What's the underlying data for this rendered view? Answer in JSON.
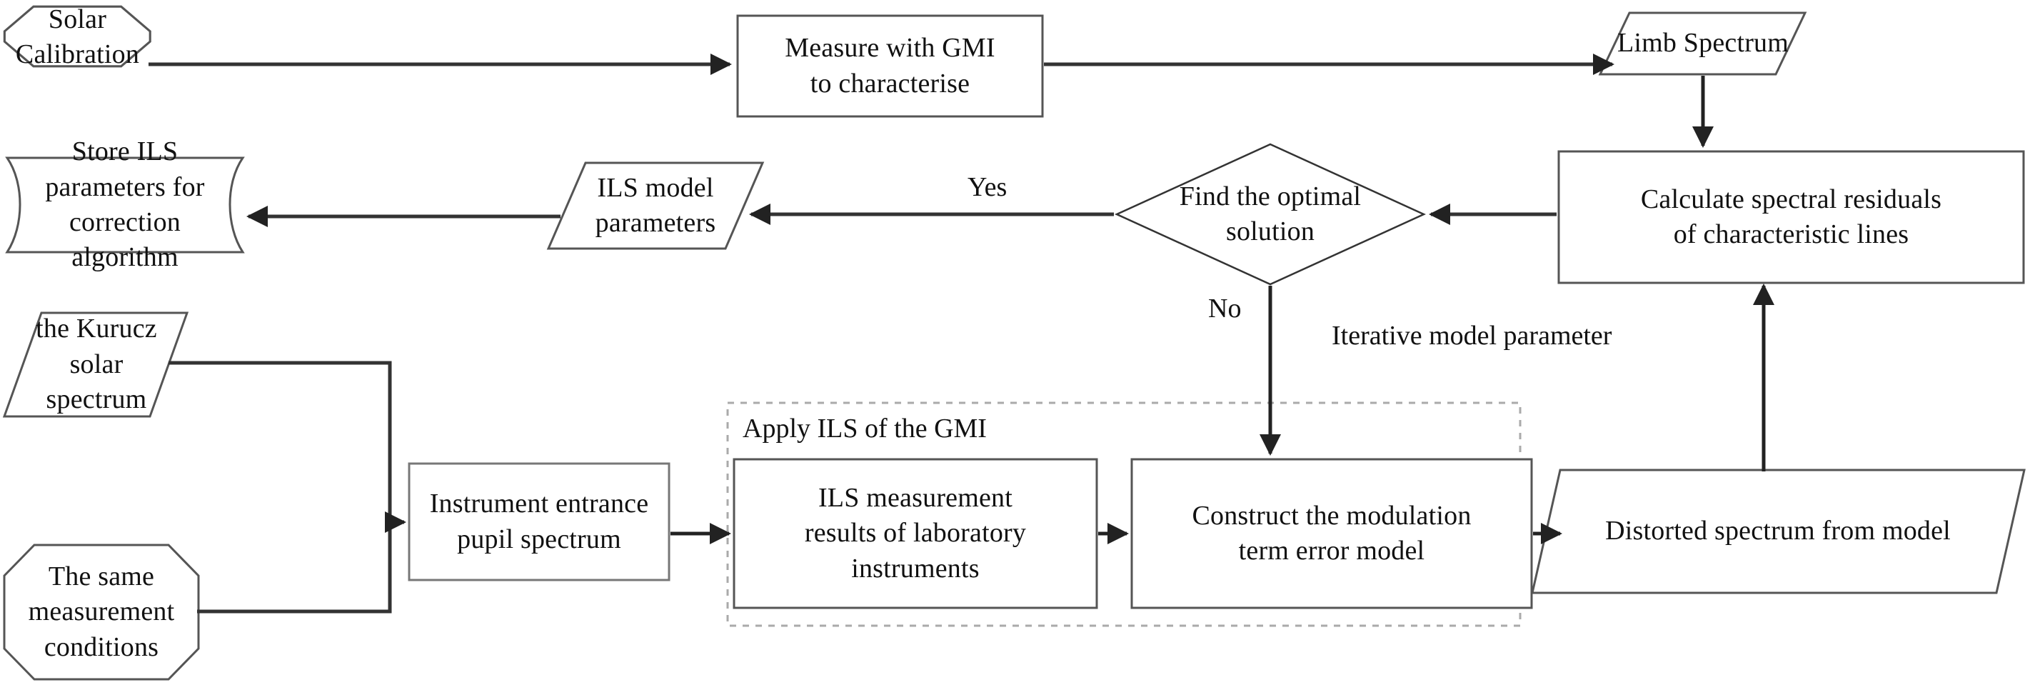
{
  "diagram": {
    "title": "ILS characterisation and correction flowchart",
    "stroke_color": "#555555",
    "stroke_color_dark": "#222222",
    "arrow_color": "#333333",
    "dashed_color": "#aaaaaa",
    "text_color": "#111111",
    "background": "#ffffff"
  },
  "nodes": [
    {
      "id": "solar-calibration",
      "shape": "octagon",
      "label": "Solar\nCalibration"
    },
    {
      "id": "measure-with-gmi",
      "shape": "rectangle",
      "label": "Measure with GMI\nto characterise"
    },
    {
      "id": "limb-spectrum",
      "shape": "parallelogram",
      "label": "Limb Spectrum"
    },
    {
      "id": "store-ils-parameters",
      "shape": "tape",
      "label": "Store ILS parameters for\ncorrection algorithm"
    },
    {
      "id": "ils-model-parameters",
      "shape": "parallelogram",
      "label": "ILS model\nparameters"
    },
    {
      "id": "find-optimal-solution",
      "shape": "diamond",
      "label": "Find the optimal\nsolution"
    },
    {
      "id": "calculate-spectral-residuals",
      "shape": "rectangle",
      "label": "Calculate spectral residuals\nof characteristic lines"
    },
    {
      "id": "kurucz-solar-spectrum",
      "shape": "parallelogram",
      "label": "the Kurucz solar\nspectrum"
    },
    {
      "id": "same-measurement-conditions",
      "shape": "octagon",
      "label": "The same measurement\nconditions"
    },
    {
      "id": "instrument-entrance-pupil-spectrum",
      "shape": "rectangle",
      "label": "Instrument entrance\npupil spectrum"
    },
    {
      "id": "ils-measurement-results",
      "shape": "rectangle",
      "label": "ILS measurement\nresults of laboratory\ninstruments"
    },
    {
      "id": "construct-modulation-term-error-model",
      "shape": "rectangle",
      "label": "Construct the modulation\nterm error model"
    },
    {
      "id": "distorted-spectrum-from-model",
      "shape": "parallelogram",
      "label": "Distorted spectrum from model"
    }
  ],
  "group": {
    "id": "apply-ils-of-the-gmi",
    "label": "Apply ILS of the GMI",
    "style": "dashed"
  },
  "edge_labels": [
    {
      "id": "yes-label",
      "label": "Yes"
    },
    {
      "id": "no-label",
      "label": "No"
    },
    {
      "id": "iterative-model-parameter-label",
      "label": "Iterative model parameter"
    }
  ],
  "edges": [
    {
      "from": "solar-calibration",
      "to": "measure-with-gmi",
      "label": ""
    },
    {
      "from": "measure-with-gmi",
      "to": "limb-spectrum",
      "label": ""
    },
    {
      "from": "limb-spectrum",
      "to": "calculate-spectral-residuals",
      "label": ""
    },
    {
      "from": "calculate-spectral-residuals",
      "to": "find-optimal-solution",
      "label": ""
    },
    {
      "from": "find-optimal-solution",
      "to": "ils-model-parameters",
      "label": "Yes"
    },
    {
      "from": "ils-model-parameters",
      "to": "store-ils-parameters",
      "label": ""
    },
    {
      "from": "find-optimal-solution",
      "to": "construct-modulation-term-error-model",
      "label": "No"
    },
    {
      "from": "kurucz-solar-spectrum",
      "to": "instrument-entrance-pupil-spectrum",
      "label": ""
    },
    {
      "from": "same-measurement-conditions",
      "to": "instrument-entrance-pupil-spectrum",
      "label": ""
    },
    {
      "from": "instrument-entrance-pupil-spectrum",
      "to": "ils-measurement-results",
      "label": ""
    },
    {
      "from": "ils-measurement-results",
      "to": "construct-modulation-term-error-model",
      "label": ""
    },
    {
      "from": "construct-modulation-term-error-model",
      "to": "distorted-spectrum-from-model",
      "label": ""
    },
    {
      "from": "distorted-spectrum-from-model",
      "to": "calculate-spectral-residuals",
      "label": ""
    }
  ]
}
